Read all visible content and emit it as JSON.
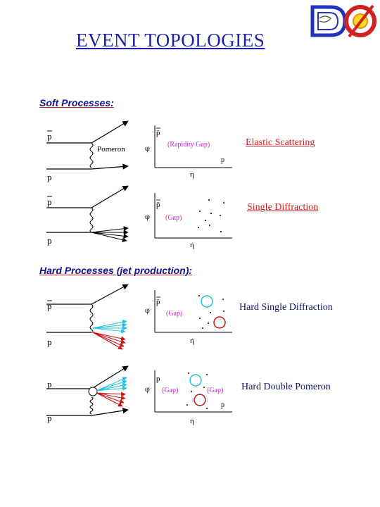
{
  "title": "EVENT TOPOLOGIES",
  "logo_letter": "D",
  "colors": {
    "title": "#1f1fa8",
    "section": "#111199",
    "underline": "#cc2222",
    "gap": "#cc22cc",
    "cyan": "#22c4dd",
    "red": "#c81414"
  },
  "soft": {
    "heading": "Soft Processes:",
    "elastic": {
      "p_top": "p",
      "p_bottom": "p",
      "pomeron": "Pomeron",
      "plot_top": "p̄",
      "plot_phi": "φ",
      "gap": "(Rapidity Gap)",
      "plot_right": "p",
      "plot_eta": "η",
      "label": "Elastic Scattering"
    },
    "single": {
      "p_top": "p",
      "p_bottom": "p",
      "plot_top": "p̄",
      "plot_phi": "φ",
      "gap": "(Gap)",
      "plot_eta": "η",
      "label": "Single Diffraction"
    }
  },
  "hard": {
    "heading": "Hard Processes (jet production):",
    "single": {
      "p_top": "p",
      "p_bottom": "p",
      "plot_top": "p̄",
      "plot_phi": "φ",
      "gap": "(Gap)",
      "plot_eta": "η",
      "label": "Hard Single Diffraction"
    },
    "double": {
      "p_top": "p",
      "p_bottom": "p",
      "plot_top": "p",
      "plot_phi": "φ",
      "gap_left": "(Gap)",
      "gap_right": "(Gap)",
      "plot_right": "p",
      "plot_eta": "η",
      "label": "Hard Double Pomeron"
    }
  }
}
